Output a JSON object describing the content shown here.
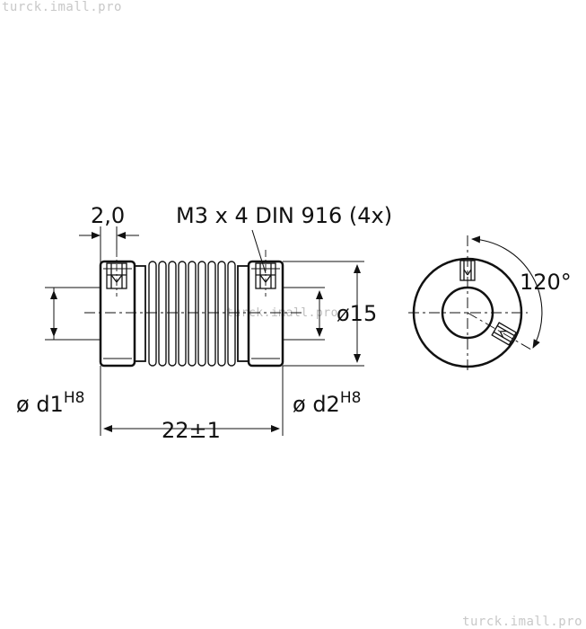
{
  "watermarks": {
    "top_left": "turck.imall.pro",
    "center": "turck.imall.pro",
    "bottom_right": "turck.imall.pro"
  },
  "dimensions": {
    "wall_width": "2,0",
    "screw_spec": "M3 x 4 DIN 916 (4x)",
    "outer_diameter": "ø15",
    "bore_left": "ø d1",
    "bore_left_tolerance": "H8",
    "bore_right": "ø d2",
    "bore_right_tolerance": "H8",
    "length": "22±1",
    "angle": "120°"
  },
  "colors": {
    "line": "#111111",
    "background": "#ffffff",
    "watermark": "#c8c8c8"
  }
}
